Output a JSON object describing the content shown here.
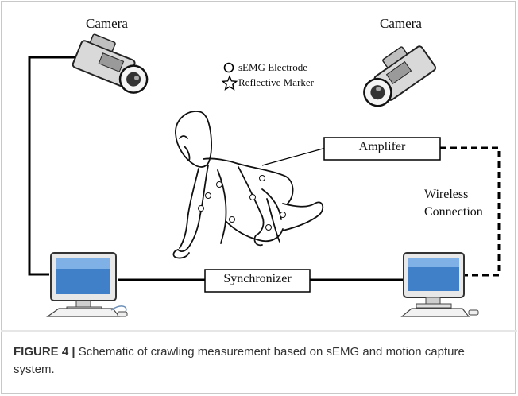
{
  "diagram": {
    "camera_left_label": "Camera",
    "camera_right_label": "Camera",
    "legend": {
      "electrode_label": "sEMG Electrode",
      "marker_label": "Reflective Marker"
    },
    "amplifier_label": "Amplifer",
    "synchronizer_label": "Synchronizer",
    "wireless_line1": "Wireless",
    "wireless_line2": "Connection"
  },
  "caption": {
    "figure_label": "FIGURE 4 |",
    "text": " Schematic of crawling measurement based on sEMG and motion capture system."
  }
}
